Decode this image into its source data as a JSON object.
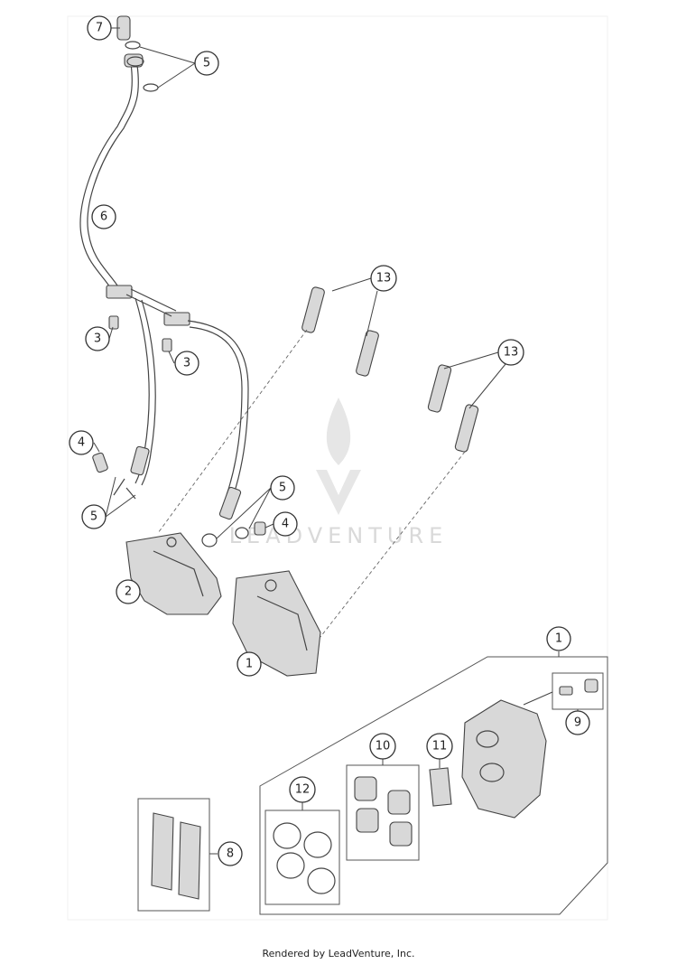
{
  "watermark": {
    "text": "LEADVENTURE"
  },
  "footer": {
    "text": "Rendered by LeadVenture, Inc."
  },
  "callouts": [
    {
      "id": "c7",
      "label": "7"
    },
    {
      "id": "c5a",
      "label": "5"
    },
    {
      "id": "c6",
      "label": "6"
    },
    {
      "id": "c13a",
      "label": "13"
    },
    {
      "id": "c3a",
      "label": "3"
    },
    {
      "id": "c3b",
      "label": "3"
    },
    {
      "id": "c13b",
      "label": "13"
    },
    {
      "id": "c4a",
      "label": "4"
    },
    {
      "id": "c5b",
      "label": "5"
    },
    {
      "id": "c5c",
      "label": "5"
    },
    {
      "id": "c4b",
      "label": "4"
    },
    {
      "id": "c2",
      "label": "2"
    },
    {
      "id": "c1a",
      "label": "1"
    },
    {
      "id": "c1b",
      "label": "1"
    },
    {
      "id": "c9",
      "label": "9"
    },
    {
      "id": "c10",
      "label": "10"
    },
    {
      "id": "c11",
      "label": "11"
    },
    {
      "id": "c12",
      "label": "12"
    },
    {
      "id": "c8",
      "label": "8"
    }
  ]
}
